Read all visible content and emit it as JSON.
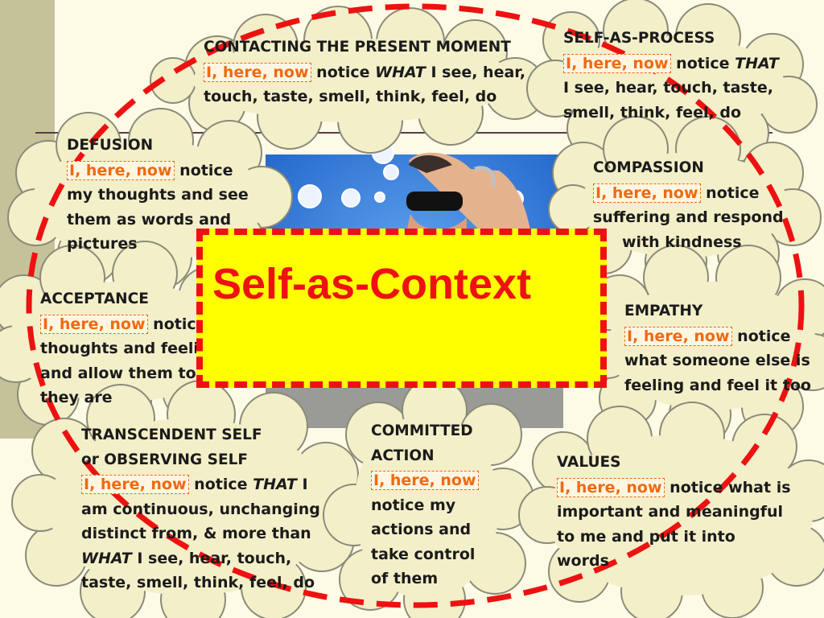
{
  "center": {
    "title": "Self-as-Context"
  },
  "marker": "I, here, now",
  "colors": {
    "ellipse": "#ee1111",
    "center_fill": "#ffff00",
    "marker": "#ef6a12",
    "cloud_fill": "#f3efc9",
    "cloud_stroke": "#8a8a78"
  },
  "clouds": {
    "contacting": {
      "title": "CONTACTING THE PRESENT MOMENT",
      "l1": "notice ",
      "l1_em": "WHAT",
      "l1_rest": " I  see, hear,",
      "l2": "touch, taste, smell, think, feel, do"
    },
    "self_process": {
      "title": "SELF-AS-PROCESS",
      "l1": " notice  ",
      "l1_em": "THAT",
      "l2": "I  see, hear, touch, taste,",
      "l3": "smell, think, feel, do"
    },
    "defusion": {
      "title": "DEFUSION",
      "l1": " notice",
      "l2": "my thoughts and see",
      "l3": "them as words and",
      "l4": "pictures"
    },
    "compassion": {
      "title": "COMPASSION",
      "l1": " notice",
      "l2": "suffering and respond",
      "l3": "with kindness"
    },
    "acceptance": {
      "title": "ACCEPTANCE",
      "l1": " notice",
      "l2": "thoughts and feelings",
      "l3": "and allow them to be as",
      "l4": "they are"
    },
    "empathy": {
      "title": "EMPATHY",
      "l1": " notice",
      "l2": "what someone else is",
      "l3": "feeling and feel it too"
    },
    "transcendent": {
      "title1": "TRANSCENDENT SELF",
      "title2": "or OBSERVING SELF",
      "l1": " notice ",
      "l1_em": "THAT",
      "l1_rest": " I",
      "l2": "am continuous, unchanging",
      "l3": "distinct from, & more than",
      "l4_em": "WHAT",
      "l4": " I  see, hear, touch,",
      "l5": "taste, smell, think, feel, do"
    },
    "committed": {
      "title1": "COMMITTED",
      "title2": "ACTION",
      "l1": "notice  my",
      "l2": "actions and",
      "l3": "take control",
      "l4": "of  them"
    },
    "values": {
      "title": "VALUES",
      "l1": " notice  what is",
      "l2": "important and meaningful",
      "l3": "to me and put it into",
      "l4": "words"
    }
  }
}
